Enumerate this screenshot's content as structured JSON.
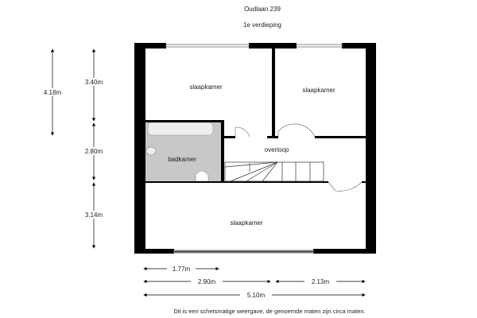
{
  "header": {
    "address": "Oudlaan 239",
    "floor": "1e verdieping"
  },
  "rooms": {
    "bedroom_top_left": "slaapkamer",
    "bedroom_top_right": "slaapkamer",
    "landing": "overloop",
    "bathroom": "badkamer",
    "bedroom_bottom": "slaapkamer"
  },
  "dimensions": {
    "vertical": [
      "4.18m",
      "3.40m",
      "2.80m",
      "3.14m"
    ],
    "horizontal": [
      "1.77m",
      "2.90m",
      "2.13m",
      "5.10m"
    ]
  },
  "footer": {
    "disclaimer": "Dit is een schetsmatige weergave, de genoemde maten zijn circa maten."
  },
  "colors": {
    "wall": "#000000",
    "bathroom": "#c8c8c8",
    "dimension": "#000000"
  }
}
